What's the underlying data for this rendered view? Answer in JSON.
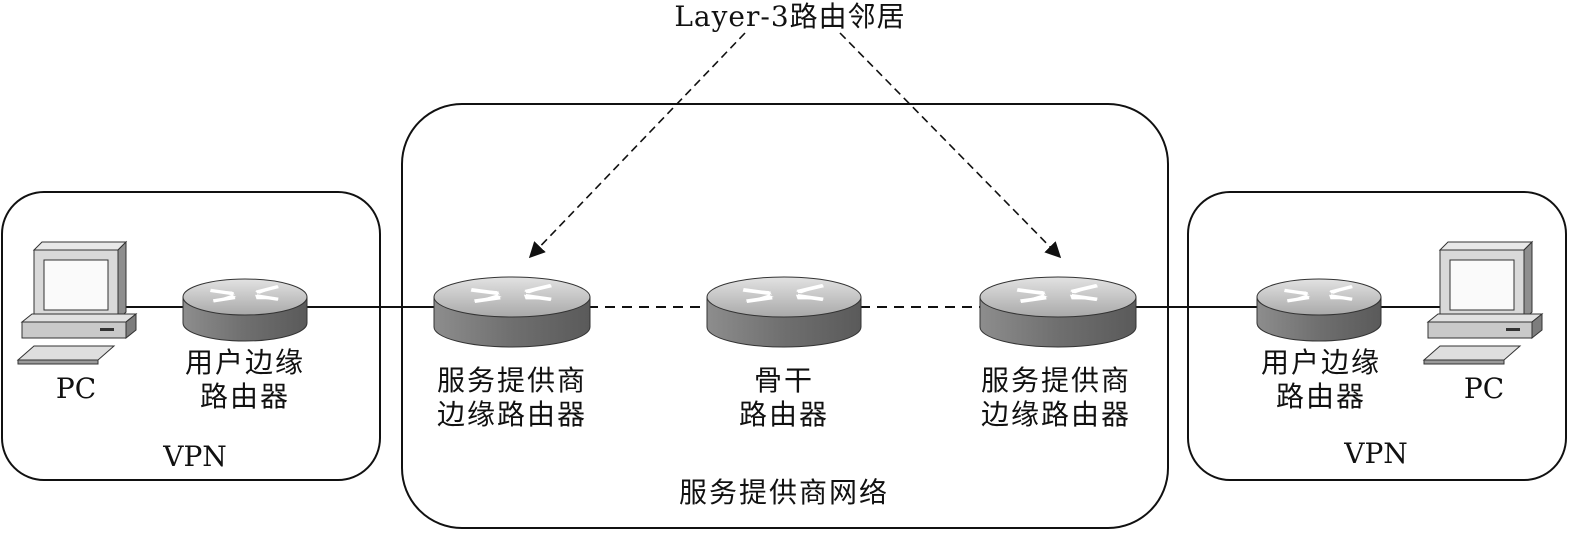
{
  "title": "Layer-3路由邻居",
  "zones": {
    "left": {
      "label": "VPN"
    },
    "middle": {
      "label": "服务提供商网络"
    },
    "right": {
      "label": "VPN"
    }
  },
  "nodes": {
    "pc_left": {
      "label": "PC",
      "icon": "pc-icon"
    },
    "ce_left": {
      "line1": "用户边缘",
      "line2": "路由器",
      "icon": "router-icon"
    },
    "pe_left": {
      "line1": "服务提供商",
      "line2": "边缘路由器",
      "icon": "router-icon"
    },
    "backbone": {
      "line1": "骨干",
      "line2": "路由器",
      "icon": "router-icon"
    },
    "pe_right": {
      "line1": "服务提供商",
      "line2": "边缘路由器",
      "icon": "router-icon"
    },
    "ce_right": {
      "line1": "用户边缘",
      "line2": "路由器",
      "icon": "router-icon"
    },
    "pc_right": {
      "label": "PC",
      "icon": "pc-icon"
    }
  },
  "links": [
    {
      "from": "pc_left",
      "to": "ce_left",
      "style": "solid"
    },
    {
      "from": "ce_left",
      "to": "pe_left",
      "style": "solid"
    },
    {
      "from": "pe_left",
      "to": "backbone",
      "style": "dashed"
    },
    {
      "from": "backbone",
      "to": "pe_right",
      "style": "dashed"
    },
    {
      "from": "pe_right",
      "to": "ce_right",
      "style": "solid"
    },
    {
      "from": "ce_right",
      "to": "pc_right",
      "style": "solid"
    }
  ],
  "annotations": [
    {
      "from": "title",
      "to": "pe_left",
      "style": "dashed-arrow"
    },
    {
      "from": "title",
      "to": "pe_right",
      "style": "dashed-arrow"
    }
  ],
  "colors": {
    "line": "#111111",
    "router_top": "#c9c9c9",
    "router_side": "#7d7d7d",
    "pc_body": "#d6d6d6"
  }
}
